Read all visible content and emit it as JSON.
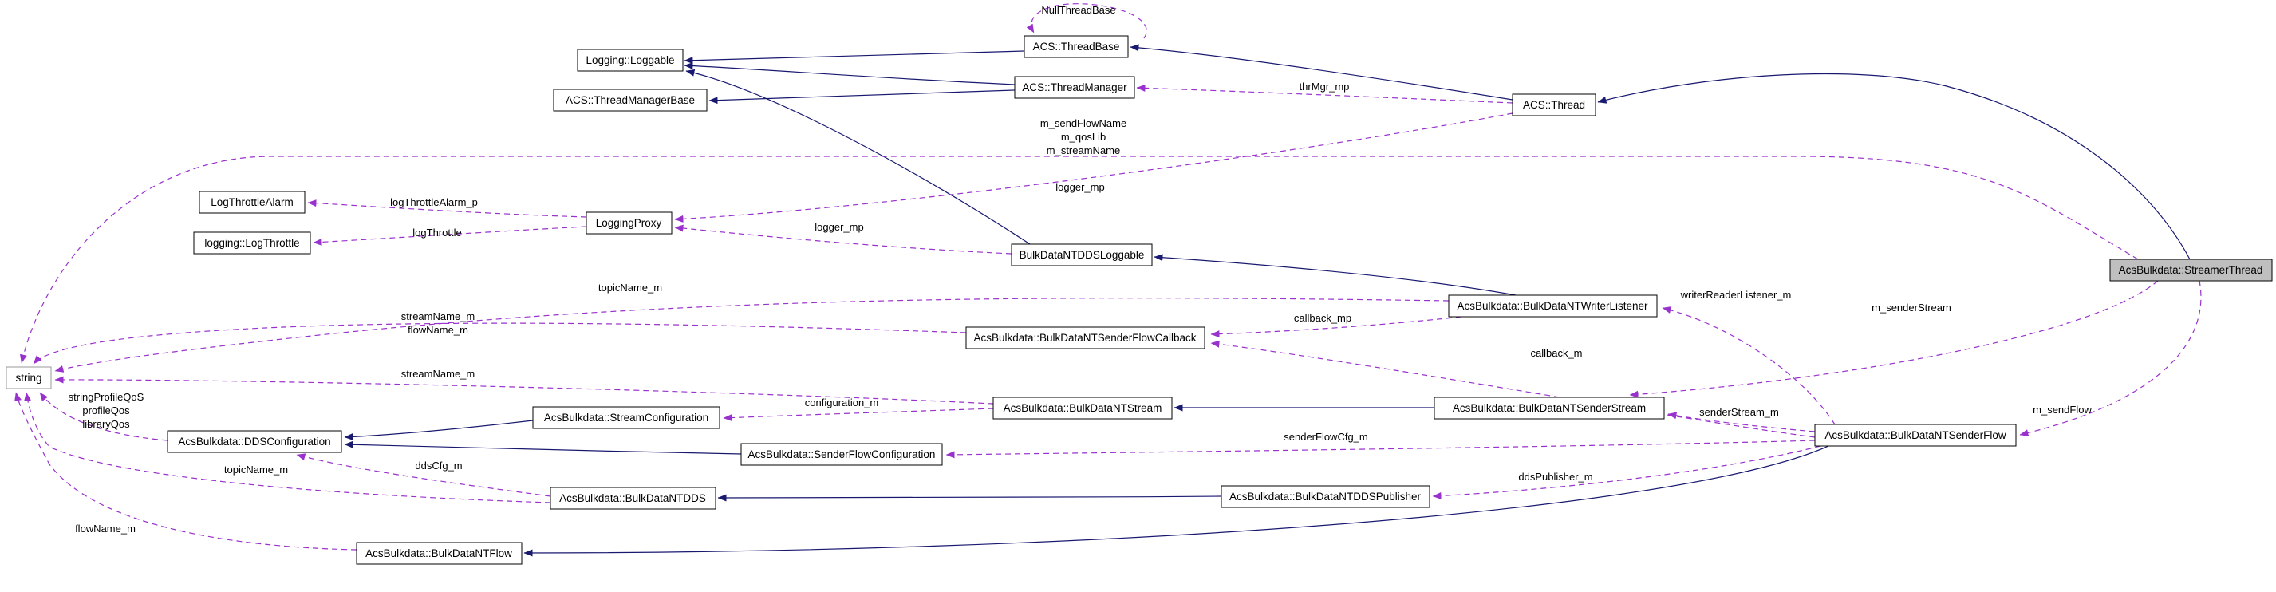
{
  "diagram": {
    "kind": "doxygen-collaboration-graph",
    "focus_node": "AcsBulkdata::StreamerThread",
    "colors": {
      "background": "#ffffff",
      "inheritance_edge": "#191970",
      "usage_edge": "#9932cc",
      "node_fill": "#ffffff",
      "node_border": "#000000",
      "focus_node_fill": "#bfbfbf",
      "label_color": "#000000"
    }
  },
  "nodes": {
    "loggable": {
      "label": "Logging::Loggable"
    },
    "threadmanagerbase": {
      "label": "ACS::ThreadManagerBase"
    },
    "threadbase": {
      "label": "ACS::ThreadBase"
    },
    "threadmanager": {
      "label": "ACS::ThreadManager"
    },
    "thread": {
      "label": "ACS::Thread"
    },
    "streamerthread": {
      "label": "AcsBulkdata::StreamerThread"
    },
    "logthrottlealarm": {
      "label": "LogThrottleAlarm"
    },
    "logthrottle": {
      "label": "logging::LogThrottle"
    },
    "loggingproxy": {
      "label": "LoggingProxy"
    },
    "ddsloggable": {
      "label": "BulkDataNTDDSLoggable"
    },
    "writerlistener": {
      "label": "AcsBulkdata::BulkDataNTWriterListener"
    },
    "senderflowcallback": {
      "label": "AcsBulkdata::BulkDataNTSenderFlowCallback"
    },
    "string": {
      "label": "string"
    },
    "streamconfiguration": {
      "label": "AcsBulkdata::StreamConfiguration"
    },
    "ntstream": {
      "label": "AcsBulkdata::BulkDataNTStream"
    },
    "senderstream": {
      "label": "AcsBulkdata::BulkDataNTSenderStream"
    },
    "senderflow": {
      "label": "AcsBulkdata::BulkDataNTSenderFlow"
    },
    "ddsconfiguration": {
      "label": "AcsBulkdata::DDSConfiguration"
    },
    "senderflowconfig": {
      "label": "AcsBulkdata::SenderFlowConfiguration"
    },
    "ntdds": {
      "label": "AcsBulkdata::BulkDataNTDDS"
    },
    "ddspublisher": {
      "label": "AcsBulkdata::BulkDataNTDDSPublisher"
    },
    "ntflow": {
      "label": "AcsBulkdata::BulkDataNTFlow"
    }
  },
  "labels": {
    "nullThreadBase": "NullThreadBase",
    "thrMgr_mp": "thrMgr_mp",
    "m_sendFlowName": "m_sendFlowName",
    "m_qosLib": "m_qosLib",
    "m_streamName": "m_streamName",
    "logger_mp_thread": "logger_mp",
    "logger_mp_ddsloggable": "logger_mp",
    "logThrottleAlarm_p": "logThrottleAlarm_p",
    "logThrottle": "logThrottle",
    "topicName_m_writer": "topicName_m",
    "callback_mp": "callback_mp",
    "writerReaderListener_m": "writerReaderListener_m",
    "m_senderStream": "m_senderStream",
    "callback_m": "callback_m",
    "streamName_m_cb": "streamName_m",
    "flowName_m_cb": "flowName_m",
    "streamName_m_stream": "streamName_m",
    "stringProfileQoS": "stringProfileQoS",
    "profileQos": "profileQos",
    "libraryQos": "libraryQos",
    "configuration_m": "configuration_m",
    "senderStream_m": "senderStream_m",
    "m_sendFlow": "m_sendFlow",
    "senderFlowCfg_m": "senderFlowCfg_m",
    "ddsCfg_m": "ddsCfg_m",
    "topicName_m_dds": "topicName_m",
    "ddsPublisher_m": "ddsPublisher_m",
    "flowName_m_flow": "flowName_m"
  },
  "edges": [
    {
      "from": "ACS::ThreadBase",
      "to": "Logging::Loggable",
      "type": "inheritance"
    },
    {
      "from": "ACS::ThreadManager",
      "to": "Logging::Loggable",
      "type": "inheritance"
    },
    {
      "from": "BulkDataNTDDSLoggable",
      "to": "Logging::Loggable",
      "type": "inheritance"
    },
    {
      "from": "ACS::ThreadManager",
      "to": "ACS::ThreadManagerBase",
      "type": "inheritance"
    },
    {
      "from": "ACS::Thread",
      "to": "ACS::ThreadBase",
      "type": "inheritance"
    },
    {
      "from": "AcsBulkdata::StreamerThread",
      "to": "ACS::Thread",
      "type": "inheritance"
    },
    {
      "from": "AcsBulkdata::BulkDataNTWriterListener",
      "to": "BulkDataNTDDSLoggable",
      "type": "inheritance"
    },
    {
      "from": "AcsBulkdata::BulkDataNTSenderStream",
      "to": "AcsBulkdata::BulkDataNTStream",
      "type": "inheritance"
    },
    {
      "from": "AcsBulkdata::StreamConfiguration",
      "to": "AcsBulkdata::DDSConfiguration",
      "type": "inheritance"
    },
    {
      "from": "AcsBulkdata::SenderFlowConfiguration",
      "to": "AcsBulkdata::DDSConfiguration",
      "type": "inheritance"
    },
    {
      "from": "AcsBulkdata::BulkDataNTDDSPublisher",
      "to": "AcsBulkdata::BulkDataNTDDS",
      "type": "inheritance"
    },
    {
      "from": "AcsBulkdata::BulkDataNTSenderFlow",
      "to": "AcsBulkdata::BulkDataNTFlow",
      "type": "inheritance"
    },
    {
      "from": "ACS::ThreadBase",
      "to": "ACS::ThreadBase",
      "type": "usage",
      "label": "NullThreadBase"
    },
    {
      "from": "ACS::Thread",
      "to": "ACS::ThreadManager",
      "type": "usage",
      "label": "thrMgr_mp"
    },
    {
      "from": "ACS::Thread",
      "to": "LoggingProxy",
      "type": "usage",
      "label": "logger_mp"
    },
    {
      "from": "BulkDataNTDDSLoggable",
      "to": "LoggingProxy",
      "type": "usage",
      "label": "logger_mp"
    },
    {
      "from": "LoggingProxy",
      "to": "LogThrottleAlarm",
      "type": "usage",
      "label": "logThrottleAlarm_p"
    },
    {
      "from": "LoggingProxy",
      "to": "logging::LogThrottle",
      "type": "usage",
      "label": "logThrottle"
    },
    {
      "from": "AcsBulkdata::StreamerThread",
      "to": "string",
      "type": "usage",
      "label": "m_sendFlowName m_qosLib m_streamName"
    },
    {
      "from": "AcsBulkdata::BulkDataNTWriterListener",
      "to": "string",
      "type": "usage",
      "label": "topicName_m"
    },
    {
      "from": "AcsBulkdata::BulkDataNTSenderFlowCallback",
      "to": "string",
      "type": "usage",
      "label": "streamName_m flowName_m"
    },
    {
      "from": "AcsBulkdata::BulkDataNTStream",
      "to": "string",
      "type": "usage",
      "label": "streamName_m"
    },
    {
      "from": "AcsBulkdata::DDSConfiguration",
      "to": "string",
      "type": "usage",
      "label": "stringProfileQoS profileQos libraryQos"
    },
    {
      "from": "AcsBulkdata::BulkDataNTDDS",
      "to": "string",
      "type": "usage",
      "label": "topicName_m"
    },
    {
      "from": "AcsBulkdata::BulkDataNTFlow",
      "to": "string",
      "type": "usage",
      "label": "flowName_m"
    },
    {
      "from": "AcsBulkdata::BulkDataNTWriterListener",
      "to": "AcsBulkdata::BulkDataNTSenderFlowCallback",
      "type": "usage",
      "label": "callback_mp"
    },
    {
      "from": "AcsBulkdata::BulkDataNTSenderFlow",
      "to": "AcsBulkdata::BulkDataNTSenderFlowCallback",
      "type": "usage",
      "label": "callback_m"
    },
    {
      "from": "AcsBulkdata::BulkDataNTSenderFlow",
      "to": "AcsBulkdata::BulkDataNTWriterListener",
      "type": "usage",
      "label": "writerReaderListener_m"
    },
    {
      "from": "AcsBulkdata::StreamerThread",
      "to": "AcsBulkdata::BulkDataNTSenderStream",
      "type": "usage",
      "label": "m_senderStream"
    },
    {
      "from": "AcsBulkdata::BulkDataNTSenderFlow",
      "to": "AcsBulkdata::BulkDataNTSenderStream",
      "type": "usage",
      "label": "senderStream_m"
    },
    {
      "from": "AcsBulkdata::StreamerThread",
      "to": "AcsBulkdata::BulkDataNTSenderFlow",
      "type": "usage",
      "label": "m_sendFlow"
    },
    {
      "from": "AcsBulkdata::BulkDataNTSenderFlow",
      "to": "AcsBulkdata::SenderFlowConfiguration",
      "type": "usage",
      "label": "senderFlowCfg_m"
    },
    {
      "from": "AcsBulkdata::BulkDataNTStream",
      "to": "AcsBulkdata::StreamConfiguration",
      "type": "usage",
      "label": "configuration_m"
    },
    {
      "from": "AcsBulkdata::BulkDataNTDDS",
      "to": "AcsBulkdata::DDSConfiguration",
      "type": "usage",
      "label": "ddsCfg_m"
    },
    {
      "from": "AcsBulkdata::BulkDataNTSenderFlow",
      "to": "AcsBulkdata::BulkDataNTDDSPublisher",
      "type": "usage",
      "label": "ddsPublisher_m"
    }
  ]
}
